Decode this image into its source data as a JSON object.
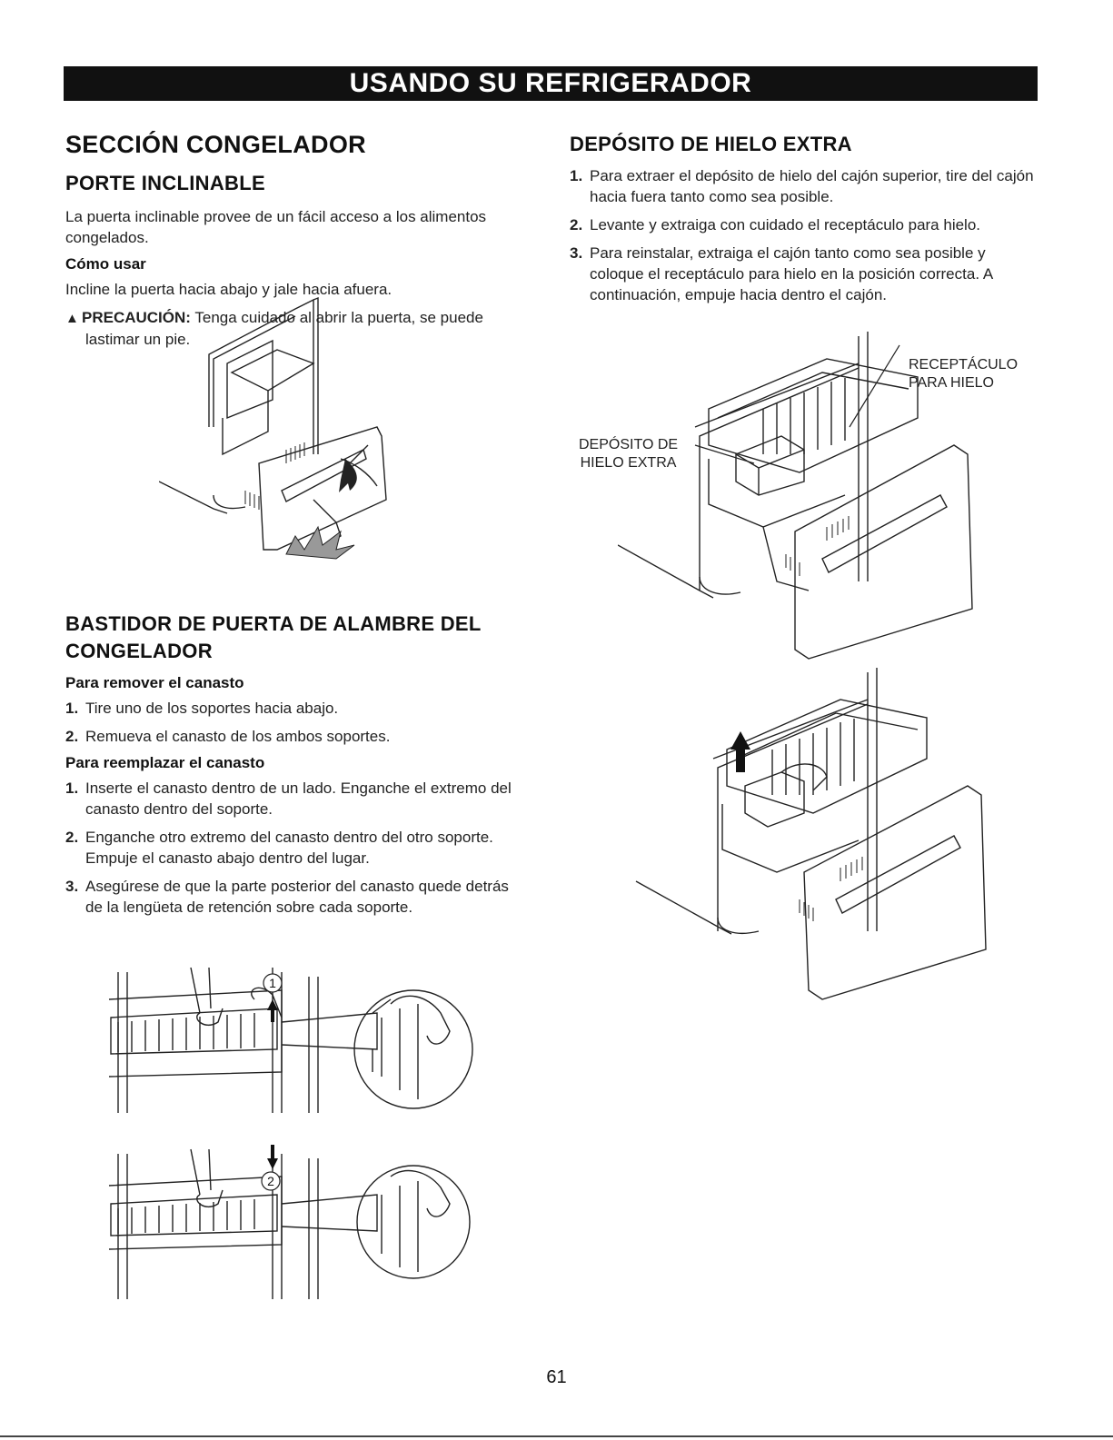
{
  "banner": "USANDO SU REFRIGERADOR",
  "left": {
    "section_title": "SECCIÓN CONGELADOR",
    "tilt": {
      "title": "PORTE INCLINABLE",
      "intro": "La puerta inclinable provee de un fácil acceso a los alimentos congelados.",
      "how_title": "Cómo usar",
      "how_text": "Incline la puerta hacia abajo y jale hacia afuera.",
      "caution_label": "PRECAUCIÓN:",
      "caution_text": "Tenga cuidado al abrir la puerta, se puede lastimar un pie."
    },
    "rack": {
      "title": "BASTIDOR DE PUERTA DE ALAMBRE DEL CONGELADOR",
      "remove_title": "Para remover el canasto",
      "remove_steps": [
        {
          "num": "1.",
          "text": "Tire uno de los soportes hacia abajo."
        },
        {
          "num": "2.",
          "text": "Remueva el canasto de los ambos soportes."
        }
      ],
      "replace_title": "Para reemplazar el canasto",
      "replace_steps": [
        {
          "num": "1.",
          "text": "Inserte el canasto dentro de un lado. Enganche el extremo del canasto dentro del soporte."
        },
        {
          "num": "2.",
          "text": "Enganche otro extremo del canasto dentro del otro soporte. Empuje el canasto abajo dentro del lugar."
        },
        {
          "num": "3.",
          "text": "Asegúrese de que la parte posterior del canasto quede detrás de la lengüeta de retención sobre cada soporte."
        }
      ],
      "step_badges": [
        "1",
        "2"
      ]
    }
  },
  "right": {
    "title": "DEPÓSITO DE HIELO EXTRA",
    "steps": [
      {
        "num": "1.",
        "text": "Para extraer el depósito de hielo del cajón superior, tire del cajón hacia fuera tanto como sea posible."
      },
      {
        "num": "2.",
        "text": "Levante y extraiga con cuidado el receptáculo para hielo."
      },
      {
        "num": "3.",
        "text": "Para reinstalar, extraiga el cajón tanto como sea posible y coloque el receptáculo para hielo en la posición correcta. A continuación, empuje hacia dentro el cajón."
      }
    ],
    "callout_receptacle_line1": "RECEPTÁCULO",
    "callout_receptacle_line2": "PARA HIELO",
    "callout_bin_line1": "DEPÓSITO DE",
    "callout_bin_line2": "HIELO EXTRA"
  },
  "page_number": "61",
  "icons": {
    "caution": "warning-triangle-icon"
  }
}
